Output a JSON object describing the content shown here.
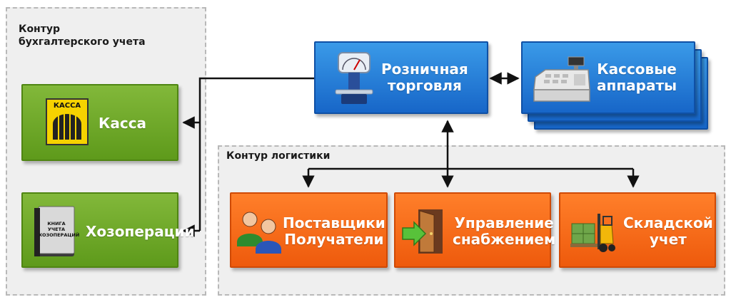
{
  "regions": {
    "accounting": {
      "title": "Контур\nбухгалтерского учета"
    },
    "logistics": {
      "title": "Контур логистики"
    }
  },
  "blocks": {
    "kassa": {
      "label": "Касса",
      "icon_text": "КАССА",
      "icon": "cash-register-window-icon"
    },
    "khozoperatsii": {
      "label": "Хозоперации",
      "icon_text": "КНИГА\nУЧЕТА\nХОЗОПЕРАЦИЙ",
      "icon": "ledger-book-icon"
    },
    "retail": {
      "label": "Розничная\nторговля",
      "icon": "scales-icon"
    },
    "registers": {
      "label": "Кассовые\nаппараты",
      "icon": "cash-register-icon"
    },
    "suppliers": {
      "label": "Поставщики\nПолучатели",
      "icon": "people-icon"
    },
    "supply": {
      "label": "Управление\nснабжением",
      "icon": "door-entry-icon"
    },
    "warehouse": {
      "label": "Складской\nучет",
      "icon": "forklift-icon"
    }
  },
  "colors": {
    "green": "#6aa62a",
    "blue": "#1e78d8",
    "orange": "#f56a1b",
    "connector": "#111111",
    "region_bg": "#efefef"
  }
}
